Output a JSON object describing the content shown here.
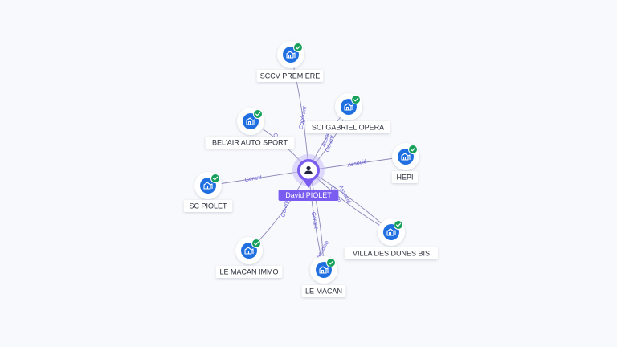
{
  "center": {
    "name": "David PIOLET",
    "icon": "person-icon",
    "color": "#7b5cf0"
  },
  "companies": [
    {
      "id": "sccv-premiere",
      "label": "SCCV PREMIERE",
      "icon": "building-icon",
      "verified": true
    },
    {
      "id": "sci-gabriel-opera",
      "label": "SCI GABRIEL OPERA",
      "icon": "building-icon",
      "verified": true
    },
    {
      "id": "belair-auto-sport",
      "label": "BEL'AIR AUTO SPORT",
      "icon": "building-icon",
      "verified": true
    },
    {
      "id": "hepi",
      "label": "HEPI",
      "icon": "building-icon",
      "verified": true
    },
    {
      "id": "sc-piolet",
      "label": "SC PIOLET",
      "icon": "building-icon",
      "verified": true
    },
    {
      "id": "villa-des-dunes-bis",
      "label": "VILLA DES DUNES BIS",
      "icon": "building-icon",
      "verified": true
    },
    {
      "id": "le-macan-immo",
      "label": "LE MACAN IMMO",
      "icon": "building-icon",
      "verified": true
    },
    {
      "id": "le-macan",
      "label": "LE MACAN",
      "icon": "building-icon",
      "verified": true
    }
  ],
  "relations": [
    {
      "target": "sccv-premiere",
      "label": "Cogérant"
    },
    {
      "target": "sci-gabriel-opera",
      "label": "Gérant"
    },
    {
      "target": "sci-gabriel-opera",
      "label": "Associé"
    },
    {
      "target": "belair-auto-sport",
      "label": "Gérant"
    },
    {
      "target": "hepi",
      "label": "Associé"
    },
    {
      "target": "sc-piolet",
      "label": "Gérant"
    },
    {
      "target": "villa-des-dunes-bis",
      "label": "Gérant"
    },
    {
      "target": "villa-des-dunes-bis",
      "label": "Associé"
    },
    {
      "target": "le-macan-immo",
      "label": "Gérant"
    },
    {
      "target": "le-macan",
      "label": "Gérant"
    },
    {
      "target": "le-macan",
      "label": "Associé"
    }
  ],
  "colors": {
    "node_blue": "#1f6fe0",
    "check_green": "#16a05a",
    "edge": "#6f6aa8",
    "edge_label": "#6a63d6"
  }
}
